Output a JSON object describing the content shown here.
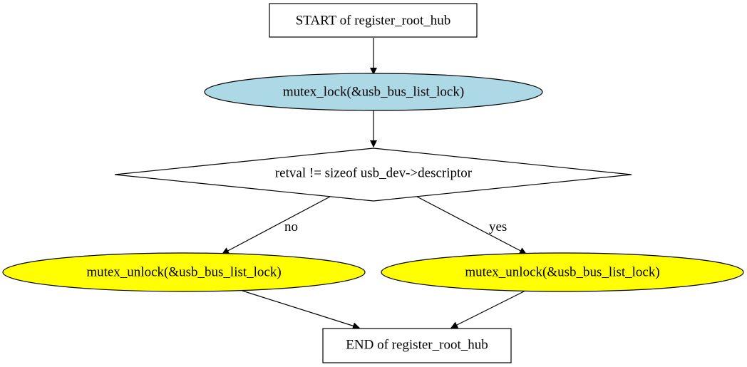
{
  "nodes": {
    "start": {
      "label": "START of register_root_hub",
      "fill": "#ffffff"
    },
    "lock": {
      "label": "mutex_lock(&usb_bus_list_lock)",
      "fill": "#add8e6"
    },
    "decision": {
      "label": "retval != sizeof usb_dev->descriptor",
      "fill": "#ffffff"
    },
    "unlock_no": {
      "label": "mutex_unlock(&usb_bus_list_lock)",
      "fill": "#ffff00"
    },
    "unlock_yes": {
      "label": "mutex_unlock(&usb_bus_list_lock)",
      "fill": "#ffff00"
    },
    "end": {
      "label": "END of register_root_hub",
      "fill": "#ffffff"
    }
  },
  "edges": {
    "no_label": "no",
    "yes_label": "yes"
  }
}
